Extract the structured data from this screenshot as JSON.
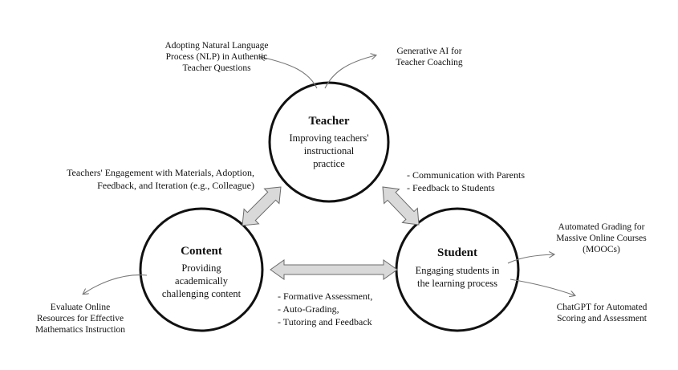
{
  "nodes": {
    "teacher": {
      "title": "Teacher",
      "desc": [
        "Improving teachers'",
        "instructional",
        "practice"
      ]
    },
    "content": {
      "title": "Content",
      "desc": [
        "Providing",
        "academically",
        "challenging content"
      ]
    },
    "student": {
      "title": "Student",
      "desc": [
        "Engaging students in",
        "the learning process"
      ]
    }
  },
  "edges": {
    "teacher_content": [
      "Teachers' Engagement with Materials, Adoption,",
      "Feedback, and Iteration (e.g., Colleague)"
    ],
    "teacher_student": [
      "- Communication with Parents",
      "- Feedback to Students"
    ],
    "content_student": [
      "- Formative Assessment,",
      "- Auto-Grading,",
      "- Tutoring and Feedback"
    ]
  },
  "branches": {
    "teacher_left": [
      "Adopting Natural Language",
      "Process (NLP) in Authentic",
      "Teacher Questions"
    ],
    "teacher_right": [
      "Generative AI for",
      "Teacher Coaching"
    ],
    "content_left": [
      "Evaluate Online",
      "Resources for Effective",
      "Mathematics Instruction"
    ],
    "student_top": [
      "Automated Grading for",
      "Massive Online Courses",
      "(MOOCs)"
    ],
    "student_bottom": [
      "ChatGPT for Automated",
      "Scoring and Assessment"
    ]
  },
  "colors": {
    "arrow_fill": "#d9d9d9",
    "arrow_stroke": "#6b6b6b",
    "curve": "#777777"
  }
}
